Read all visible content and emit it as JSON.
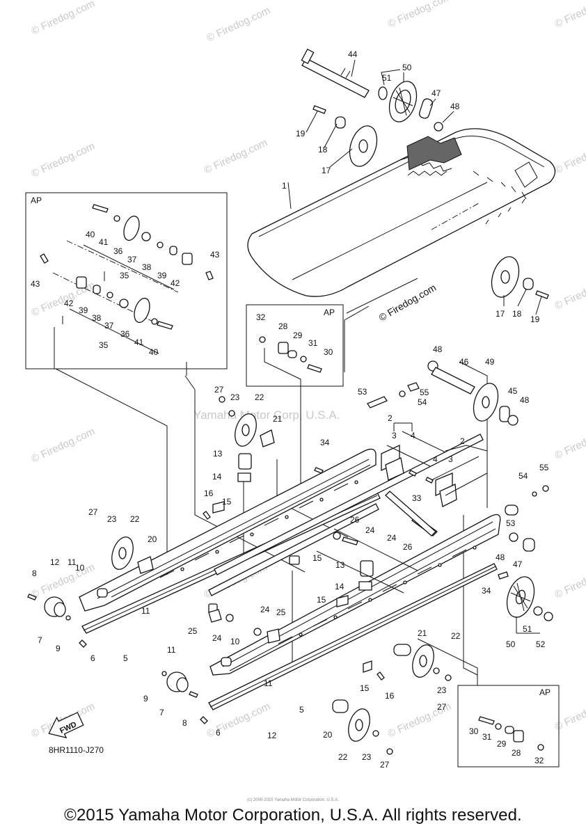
{
  "watermark": {
    "text": "© Firedog.com",
    "center_text": "Yamaha Motor Corp, U.S.A."
  },
  "ap_label": "AP",
  "diagram_code": "8HR1110-J270",
  "fwd_label": "FWD",
  "copyright": "©2015 Yamaha Motor Corporation, U.S.A. All rights reserved.",
  "fine_print": "(c) 2000-2015 Yamaha Motor Corporation, U.S.A.",
  "callouts": {
    "c1": "1",
    "c2a": "2",
    "c3a": "3",
    "c4a": "4",
    "c2b": "2",
    "c3b": "3",
    "c4b": "4",
    "c5a": "5",
    "c5b": "5",
    "c6a": "6",
    "c6b": "6",
    "c7a": "7",
    "c7b": "7",
    "c8a": "8",
    "c8b": "8",
    "c9a": "9",
    "c9b": "9",
    "c10a": "10",
    "c10b": "10",
    "c11a": "11",
    "c11b": "11",
    "c11c": "11",
    "c11d": "11",
    "c12a": "12",
    "c12b": "12",
    "c13a": "13",
    "c13b": "13",
    "c14a": "14",
    "c14b": "14",
    "c15a": "15",
    "c15b": "15",
    "c15c": "15",
    "c15d": "15",
    "c16a": "16",
    "c16b": "16",
    "c17a": "17",
    "c17b": "17",
    "c18a": "18",
    "c18b": "18",
    "c19a": "19",
    "c19b": "19",
    "c20a": "20",
    "c20b": "20",
    "c21a": "21",
    "c21b": "21",
    "c22a": "22",
    "c22b": "22",
    "c22c": "22",
    "c22d": "22",
    "c23a": "23",
    "c23b": "23",
    "c23c": "23",
    "c23d": "23",
    "c24a": "24",
    "c24b": "24",
    "c24c": "24",
    "c24d": "24",
    "c25a": "25",
    "c25b": "25",
    "c26a": "26",
    "c26b": "26",
    "c27a": "27",
    "c27b": "27",
    "c27c": "27",
    "c27d": "27",
    "c28a": "28",
    "c28b": "28",
    "c29a": "29",
    "c29b": "29",
    "c30a": "30",
    "c30b": "30",
    "c31a": "31",
    "c31b": "31",
    "c32a": "32",
    "c32b": "32",
    "c33": "33",
    "c34a": "34",
    "c34b": "34",
    "c35a": "35",
    "c35b": "35",
    "c36a": "36",
    "c36b": "36",
    "c37a": "37",
    "c37b": "37",
    "c38a": "38",
    "c38b": "38",
    "c39a": "39",
    "c39b": "39",
    "c40a": "40",
    "c40b": "40",
    "c41a": "41",
    "c41b": "41",
    "c42a": "42",
    "c42b": "42",
    "c43a": "43",
    "c43b": "43",
    "c44": "44",
    "c45": "45",
    "c46": "46",
    "c47a": "47",
    "c47b": "47",
    "c48a": "48",
    "c48b": "48",
    "c48c": "48",
    "c48d": "48",
    "c49": "49",
    "c50a": "50",
    "c50b": "50",
    "c51a": "51",
    "c51b": "51",
    "c52": "52",
    "c53a": "53",
    "c53b": "53",
    "c54a": "54",
    "c54b": "54",
    "c55a": "55",
    "c55b": "55"
  }
}
